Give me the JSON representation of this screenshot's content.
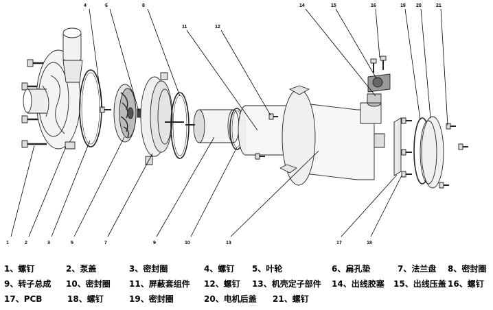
{
  "callouts": [
    "1",
    "2",
    "3",
    "4",
    "5",
    "6",
    "7",
    "8",
    "9",
    "10",
    "11",
    "12",
    "13",
    "14",
    "15",
    "16",
    "17",
    "18",
    "19",
    "20",
    "21"
  ],
  "legend": [
    {
      "num": "1",
      "text": "1、螺钉"
    },
    {
      "num": "2",
      "text": "2、泵盖"
    },
    {
      "num": "3",
      "text": "3、密封圈"
    },
    {
      "num": "4",
      "text": "4、螺钉"
    },
    {
      "num": "5",
      "text": "5、叶轮"
    },
    {
      "num": "6",
      "text": "6、扁孔垫"
    },
    {
      "num": "7",
      "text": "7、法兰盘"
    },
    {
      "num": "8",
      "text": "8、密封圈"
    },
    {
      "num": "9",
      "text": "9、转子总成"
    },
    {
      "num": "10",
      "text": "10、密封圈"
    },
    {
      "num": "11",
      "text": "11、屏蔽套组件"
    },
    {
      "num": "12",
      "text": "12、螺钉"
    },
    {
      "num": "13",
      "text": "13、机壳定子部件"
    },
    {
      "num": "14",
      "text": "14、出线胶塞"
    },
    {
      "num": "15",
      "text": "15、出线压盖"
    },
    {
      "num": "16",
      "text": "16、螺钉"
    },
    {
      "num": "17",
      "text": "17、PCB"
    },
    {
      "num": "18",
      "text": "18、螺钉"
    },
    {
      "num": "19",
      "text": "19、密封圈"
    },
    {
      "num": "20",
      "text": "20、电机后盖"
    },
    {
      "num": "21",
      "text": "21、螺钉"
    }
  ]
}
